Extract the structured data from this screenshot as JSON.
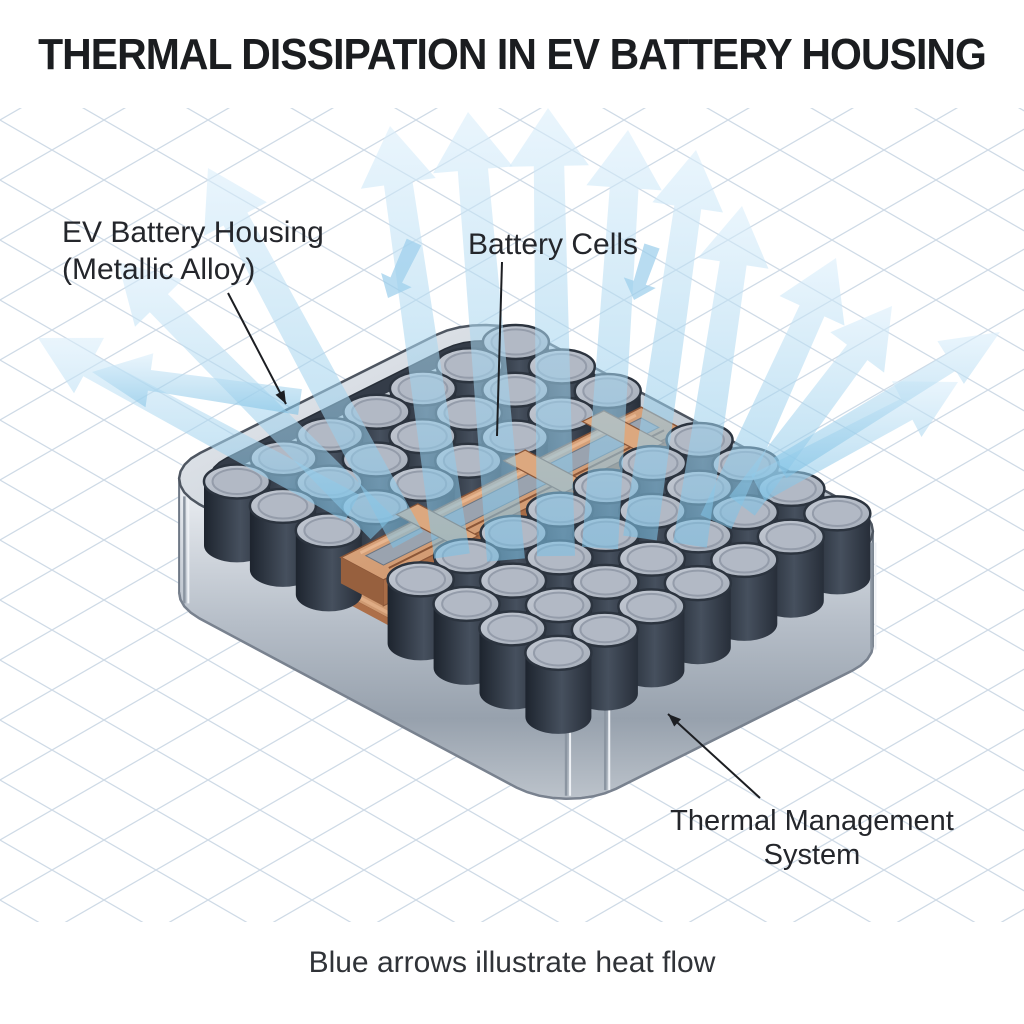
{
  "title": "THERMAL DISSIPATION IN EV BATTERY HOUSING",
  "labels": {
    "housing": {
      "line1": "EV Battery Housing",
      "line2": "(Metallic Alloy)"
    },
    "cells": "Battery Cells",
    "thermal": {
      "line1": "Thermal Management",
      "line2": "System"
    }
  },
  "caption": "Blue arrows illustrate heat flow",
  "legend": {
    "arrow_meaning": "heat flow"
  },
  "colors": {
    "background": "#ffffff",
    "grid_line": "#c6d4e2",
    "heat_arrow_blue": "#8ec9e9",
    "heat_arrow_light": "#daeefb",
    "housing_metal_light": "#eef1f5",
    "housing_metal_dark": "#97a1ad",
    "housing_edge": "#4e5661",
    "cavity_dark": "#343c48",
    "cell_body": "#2a323e",
    "cell_top": "#b6bdc8",
    "copper_light": "#e3b28c",
    "copper_dark": "#b5794f",
    "label_text": "#24262b",
    "leader_line": "#1c1e22"
  }
}
